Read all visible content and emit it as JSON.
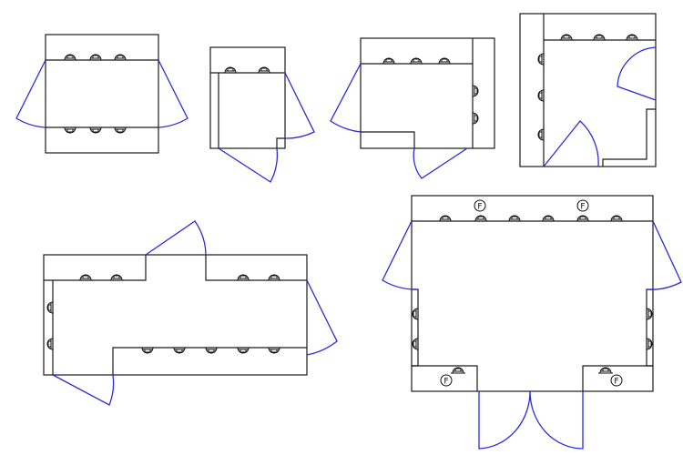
{
  "labels": {
    "f1": "F",
    "f2": "F",
    "f3": "F",
    "f4": "F"
  },
  "colors": {
    "walls": "#1a1a1a",
    "doors": "#2b2bdc"
  }
}
